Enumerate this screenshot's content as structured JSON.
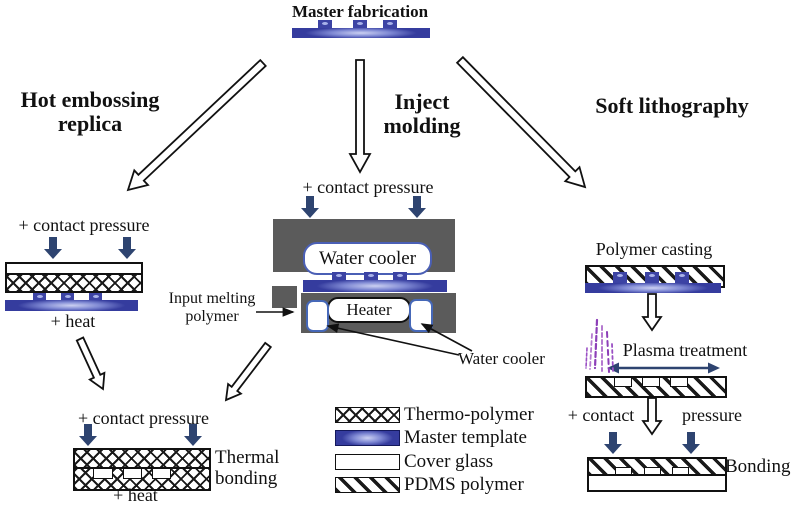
{
  "title": "Master fabrication",
  "processes": {
    "hot_embossing": {
      "label": "Hot embossing\nreplica",
      "contact_pressure": "+ contact pressure",
      "heat": "+ heat"
    },
    "inject_molding": {
      "label": "Inject\nmolding",
      "contact_pressure": "+ contact pressure",
      "water_cooler_top": "Water cooler",
      "heater": "Heater",
      "input_polymer": "Input melting\npolymer",
      "water_cooler_bottom": "Water cooler"
    },
    "soft_lithography": {
      "label": "Soft lithography",
      "polymer_casting": "Polymer casting",
      "plasma_treatment": "Plasma treatment",
      "contact": "+ contact",
      "pressure": "pressure",
      "bonding": "Bonding"
    },
    "thermal_bonding": {
      "contact_pressure": "+ contact pressure",
      "label": "Thermal\nbonding",
      "heat": "+ heat"
    }
  },
  "legend": {
    "items": [
      {
        "name": "thermo-polymer",
        "label": "Thermo-polymer"
      },
      {
        "name": "master-template",
        "label": "Master template"
      },
      {
        "name": "cover-glass",
        "label": "Cover glass"
      },
      {
        "name": "pdms-polymer",
        "label": "PDMS polymer"
      }
    ]
  },
  "colors": {
    "master_blue": "#353c9e",
    "master_highlight": "#ccd1f2",
    "arrow_navy": "#2e4470",
    "block_gray": "#5b5b5b",
    "plasma_purple": "#9a4fc4"
  }
}
